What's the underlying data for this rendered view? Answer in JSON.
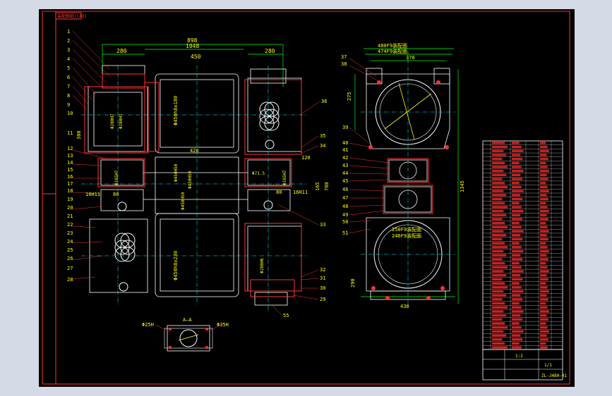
{
  "title_stamp": "装配图纸(CAD)",
  "drawing": {
    "part_numbers_left": [
      "1",
      "2",
      "3",
      "4",
      "5",
      "6",
      "7",
      "8",
      "9",
      "10",
      "11",
      "12",
      "13",
      "14",
      "15",
      "16",
      "17",
      "18",
      "19",
      "20",
      "21",
      "22",
      "23",
      "24",
      "25",
      "26",
      "27",
      "28"
    ],
    "part_numbers_right_main": [
      "36",
      "35",
      "34",
      "33",
      "32",
      "31",
      "30",
      "29"
    ],
    "part_numbers_side": [
      "37",
      "38",
      "39",
      "40",
      "41",
      "42",
      "43",
      "44",
      "45",
      "46",
      "47",
      "48",
      "49",
      "50",
      "51"
    ],
    "bottom_callout": "55",
    "section_label": "A—A",
    "section_dims": [
      "Φ25H",
      "Φ35H"
    ],
    "dims_top": [
      "898",
      "1048",
      "450",
      "280",
      "280"
    ],
    "dims_misc": [
      "420",
      "120",
      "165",
      "780",
      "80",
      "80",
      "16H11",
      "16H11",
      "300",
      "275",
      "1345",
      "290",
      "438",
      "370"
    ],
    "dims_side_top": [
      "480F9装配面",
      "474F9装配面"
    ],
    "dims_side_mid": [
      "250F9装配面",
      "246F9装配面"
    ],
    "diam_labels": [
      "Φ450h8x180",
      "Φ450h8x230",
      "Φ450H50",
      "Φ450H50",
      "Φ450H50"
    ],
    "shaft_labels": [
      "Φ280H7",
      "Φ280H7",
      "Φ280H6",
      "Φ71.5",
      "Φ165H7",
      "Φ165H7"
    ]
  },
  "title_block": {
    "scale": "1:2",
    "sheet": "1/1",
    "drawing_no": "ZL-J480-01"
  },
  "colors": {
    "paper": "#000000",
    "frame": "#ff3333",
    "outline": "#ffffff",
    "dimension": "#00ff00",
    "text": "#ffff00",
    "centerline": "#00ffff"
  }
}
